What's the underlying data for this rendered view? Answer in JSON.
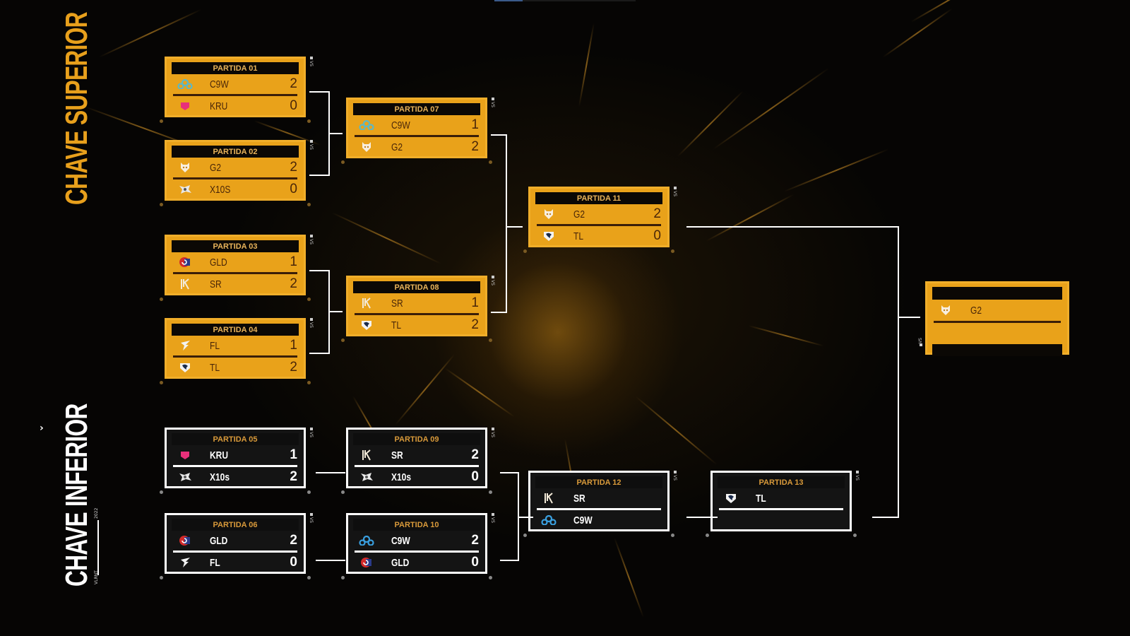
{
  "colors": {
    "gold": "#E9A21A",
    "dark_text": "#4a2608",
    "header_text": "#E8B35A",
    "lower_box": "#141414",
    "lower_header_text": "#D99A3A"
  },
  "video": {
    "progress_fraction": 0.2
  },
  "brackets": {
    "upper_title": "CHAVE SUPERIOR",
    "lower_title": "CHAVE INFERIOR",
    "brand_left": "VLRNT",
    "brand_right": "2022"
  },
  "vs_label": "VS",
  "matches": {
    "m01": {
      "title": "PARTIDA 01",
      "teams": [
        {
          "name": "C9W",
          "score": "2",
          "logo": "cloud9-icon"
        },
        {
          "name": "KRU",
          "score": "0",
          "logo": "kru-icon"
        }
      ]
    },
    "m02": {
      "title": "PARTIDA 02",
      "teams": [
        {
          "name": "G2",
          "score": "2",
          "logo": "g2-icon"
        },
        {
          "name": "X10S",
          "score": "0",
          "logo": "x10-icon"
        }
      ]
    },
    "m03": {
      "title": "PARTIDA 03",
      "teams": [
        {
          "name": "GLD",
          "score": "1",
          "logo": "guild-icon"
        },
        {
          "name": "SR",
          "score": "2",
          "logo": "sr-icon"
        }
      ]
    },
    "m04": {
      "title": "PARTIDA 04",
      "teams": [
        {
          "name": "FL",
          "score": "1",
          "logo": "fl-icon"
        },
        {
          "name": "TL",
          "score": "2",
          "logo": "liquid-icon"
        }
      ]
    },
    "m05": {
      "title": "PARTIDA 05",
      "teams": [
        {
          "name": "KRU",
          "score": "1",
          "logo": "kru-icon"
        },
        {
          "name": "X10s",
          "score": "2",
          "logo": "x10-icon"
        }
      ]
    },
    "m06": {
      "title": "PARTIDA 06",
      "teams": [
        {
          "name": "GLD",
          "score": "2",
          "logo": "guild-icon"
        },
        {
          "name": "FL",
          "score": "0",
          "logo": "fl-icon"
        }
      ]
    },
    "m07": {
      "title": "PARTIDA 07",
      "teams": [
        {
          "name": "C9W",
          "score": "1",
          "logo": "cloud9-icon"
        },
        {
          "name": "G2",
          "score": "2",
          "logo": "g2-icon"
        }
      ]
    },
    "m08": {
      "title": "PARTIDA 08",
      "teams": [
        {
          "name": "SR",
          "score": "1",
          "logo": "sr-icon"
        },
        {
          "name": "TL",
          "score": "2",
          "logo": "liquid-icon"
        }
      ]
    },
    "m09": {
      "title": "PARTIDA 09",
      "teams": [
        {
          "name": "SR",
          "score": "2",
          "logo": "sr-icon"
        },
        {
          "name": "X10s",
          "score": "0",
          "logo": "x10-icon"
        }
      ]
    },
    "m10": {
      "title": "PARTIDA 10",
      "teams": [
        {
          "name": "C9W",
          "score": "2",
          "logo": "cloud9-icon"
        },
        {
          "name": "GLD",
          "score": "0",
          "logo": "guild-icon"
        }
      ]
    },
    "m11": {
      "title": "PARTIDA 11",
      "teams": [
        {
          "name": "G2",
          "score": "2",
          "logo": "g2-icon"
        },
        {
          "name": "TL",
          "score": "0",
          "logo": "liquid-icon"
        }
      ]
    },
    "m12": {
      "title": "PARTIDA 12",
      "teams": [
        {
          "name": "SR",
          "score": "",
          "logo": "sr-icon"
        },
        {
          "name": "C9W",
          "score": "",
          "logo": "cloud9-icon"
        }
      ]
    },
    "m13": {
      "title": "PARTIDA 13",
      "teams": [
        {
          "name": "TL",
          "score": "",
          "logo": "liquid-icon"
        },
        {
          "name": "",
          "score": "",
          "logo": ""
        }
      ]
    }
  },
  "grand_final": {
    "team": "G2",
    "logo": "g2-icon"
  }
}
